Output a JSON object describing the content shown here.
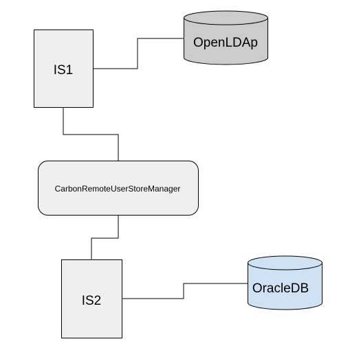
{
  "nodes": {
    "is1": {
      "label": "IS1",
      "fill": "#efefef",
      "stroke": "#000000"
    },
    "is2": {
      "label": "IS2",
      "fill": "#efefef",
      "stroke": "#000000"
    },
    "manager": {
      "label": "CarbonRemoteUserStoreManager",
      "fill": "#efefef",
      "stroke": "#000000"
    },
    "openldap": {
      "label": "OpenLDAp",
      "fill": "#cccccc",
      "stroke": "#000000"
    },
    "oracledb": {
      "label": "OracleDB",
      "fill": "#cfe2f3",
      "stroke": "#000000"
    }
  },
  "edges": [
    {
      "from": "is1",
      "to": "openldap"
    },
    {
      "from": "is1",
      "to": "manager"
    },
    {
      "from": "manager",
      "to": "is2"
    },
    {
      "from": "is2",
      "to": "oracledb"
    }
  ]
}
